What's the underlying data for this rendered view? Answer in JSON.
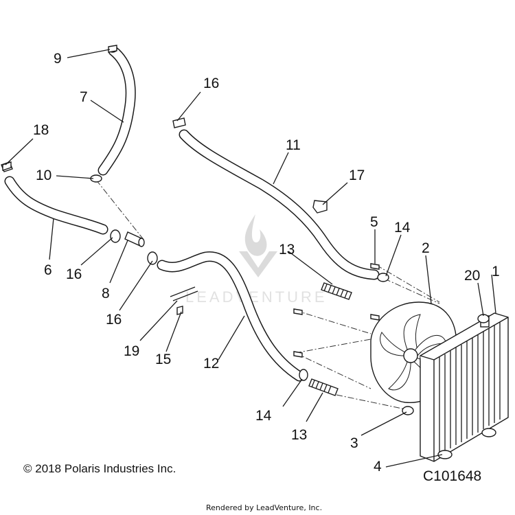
{
  "callouts": [
    {
      "id": "c1",
      "label": "1"
    },
    {
      "id": "c2",
      "label": "2"
    },
    {
      "id": "c3",
      "label": "3"
    },
    {
      "id": "c4",
      "label": "4"
    },
    {
      "id": "c5",
      "label": "5"
    },
    {
      "id": "c6",
      "label": "6"
    },
    {
      "id": "c7",
      "label": "7"
    },
    {
      "id": "c8",
      "label": "8"
    },
    {
      "id": "c9",
      "label": "9"
    },
    {
      "id": "c10",
      "label": "10"
    },
    {
      "id": "c11",
      "label": "11"
    },
    {
      "id": "c12",
      "label": "12"
    },
    {
      "id": "c13a",
      "label": "13"
    },
    {
      "id": "c13b",
      "label": "13"
    },
    {
      "id": "c14a",
      "label": "14"
    },
    {
      "id": "c14b",
      "label": "14"
    },
    {
      "id": "c15",
      "label": "15"
    },
    {
      "id": "c16a",
      "label": "16"
    },
    {
      "id": "c16b",
      "label": "16"
    },
    {
      "id": "c16c",
      "label": "16"
    },
    {
      "id": "c17",
      "label": "17"
    },
    {
      "id": "c18",
      "label": "18"
    },
    {
      "id": "c19",
      "label": "19"
    },
    {
      "id": "c20",
      "label": "20"
    }
  ],
  "copyright": "© 2018 Polaris Industries Inc.",
  "diagram_code": "C101648",
  "rendered_by": "Rendered by LeadVenture, Inc.",
  "watermark": {
    "text": "LEADVENTURE",
    "icon": "leadventure-flame-logo-icon",
    "color": "#c9c9c9"
  },
  "colors": {
    "line": "#1a1a1a",
    "background": "#ffffff"
  }
}
